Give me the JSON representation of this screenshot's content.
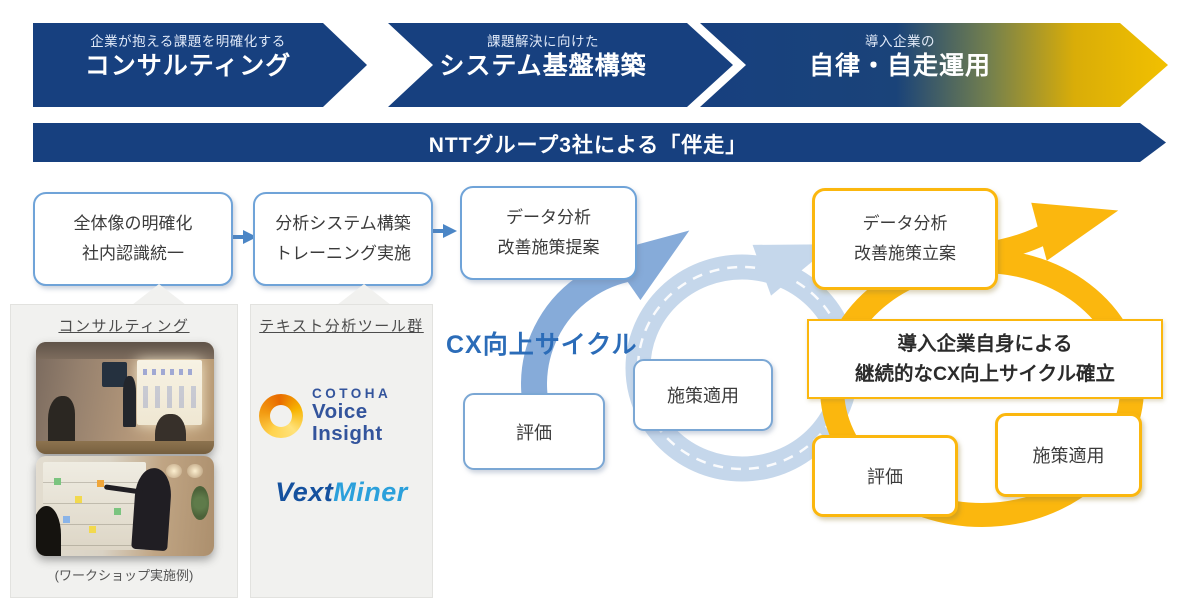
{
  "phases": [
    {
      "subtitle": "企業が抱える課題を明確化する",
      "title": "コンサルティング"
    },
    {
      "subtitle": "課題解決に向けた",
      "title": "システム基盤構築"
    },
    {
      "subtitle": "導入企業の",
      "title": "自律・自走運用"
    }
  ],
  "banner": {
    "label": "NTTグループ3社による「伴走」"
  },
  "steps": [
    {
      "line1": "全体像の明確化",
      "line2": "社内認識統一"
    },
    {
      "line1": "分析システム構築",
      "line2": "トレーニング実施"
    },
    {
      "line1": "データ分析",
      "line2": "改善施策提案"
    },
    {
      "line1": "データ分析",
      "line2": "改善施策立案"
    }
  ],
  "consulting_panel": {
    "title": "コンサルティング",
    "caption": "(ワークショップ実施例)",
    "photo1_desc": "workshop presentation scene",
    "photo2_desc": "workshop whiteboard scene"
  },
  "tools_panel": {
    "title": "テキスト分析ツール群",
    "cotoha_brand": "COTOHA",
    "cotoha_product": "Voice Insight",
    "vext_part1": "Vext",
    "vext_part2": "Miner"
  },
  "blue_cycle": {
    "label": "CX向上サイクル",
    "eval_label": "評価",
    "apply_label": "施策適用"
  },
  "yellow_cycle": {
    "headline1": "導入企業自身による",
    "headline2": "継続的なCX向上サイクル確立",
    "eval_label": "評価",
    "apply_label": "施策適用"
  },
  "colors": {
    "navy": "#17407F",
    "gold_gradient_end": "#F2C000",
    "step_border_blue": "#6FA3D8",
    "arrow_blue": "#4B86C6",
    "cycle_blue_light": "#C5D7EB",
    "cycle_blue_dark": "#86ABD9",
    "cycle_yellow": "#FBB70E",
    "cx_label_blue": "#2B6CB8"
  }
}
